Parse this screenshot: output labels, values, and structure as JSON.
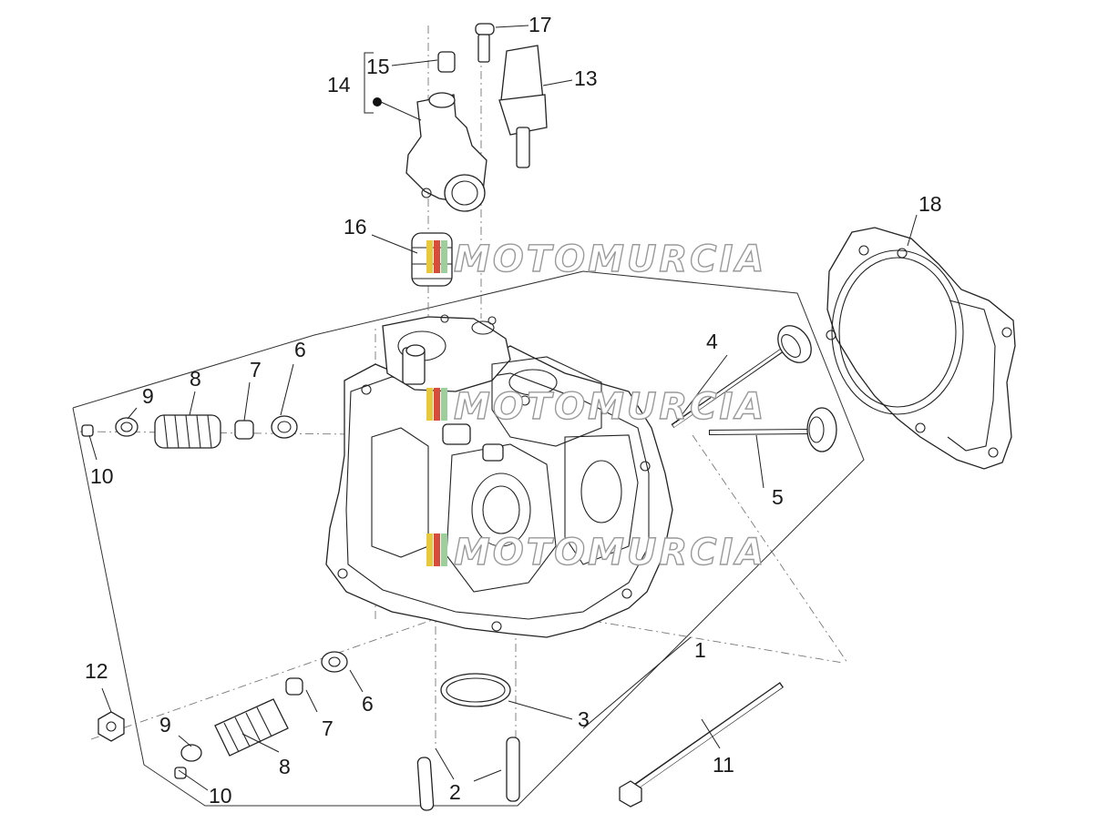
{
  "diagram": {
    "part_labels": [
      "1",
      "2",
      "3",
      "4",
      "5",
      "6",
      "7",
      "8",
      "9",
      "10",
      "11",
      "12",
      "13",
      "14",
      "15",
      "16",
      "17",
      "18"
    ],
    "labels": {
      "l1": "1",
      "l2": "2",
      "l3": "3",
      "l4": "4",
      "l5": "5",
      "l6a": "6",
      "l6b": "6",
      "l7a": "7",
      "l7b": "7",
      "l8a": "8",
      "l8b": "8",
      "l9a": "9",
      "l9b": "9",
      "l10a": "10",
      "l10b": "10",
      "l11": "11",
      "l12": "12",
      "l13": "13",
      "l14": "14",
      "l15": "15",
      "l16": "16",
      "l17": "17",
      "l18": "18"
    },
    "watermark": {
      "text": "MOTOMURCIA",
      "repeat": 3,
      "flag_colors": [
        "#e8c93a",
        "#d94c3a",
        "#9ccf9c"
      ]
    }
  }
}
